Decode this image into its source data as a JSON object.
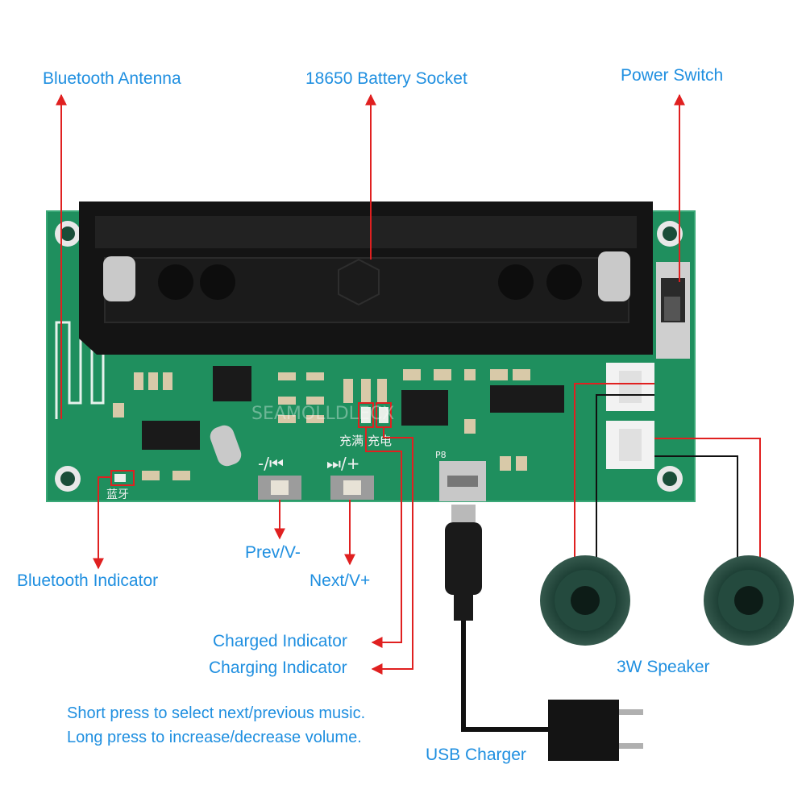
{
  "labels": {
    "bluetooth_antenna": "Bluetooth Antenna",
    "battery_socket": "18650 Battery Socket",
    "power_switch": "Power Switch",
    "bluetooth_indicator": "Bluetooth Indicator",
    "prev": "Prev/V-",
    "next": "Next/V+",
    "charged_indicator": "Charged Indicator",
    "charging_indicator": "Charging Indicator",
    "speaker": "3W Speaker",
    "usb_charger": "USB Charger"
  },
  "note": {
    "line1": "Short press to select next/previous music.",
    "line2": "Long press to increase/decrease volume."
  },
  "board": {
    "silk_prev": "-/⏮",
    "silk_next": "⏭/+",
    "silk_bluetooth": "蓝牙",
    "silk_charged": "充满",
    "silk_charging": "充电",
    "silk_p8": "P8",
    "watermark": "SEAMOLLDLECX"
  },
  "colors": {
    "label": "#1f8fe0",
    "arrow": "#e02020",
    "pcb": "#1f8f5e",
    "wire_black": "#111111"
  }
}
